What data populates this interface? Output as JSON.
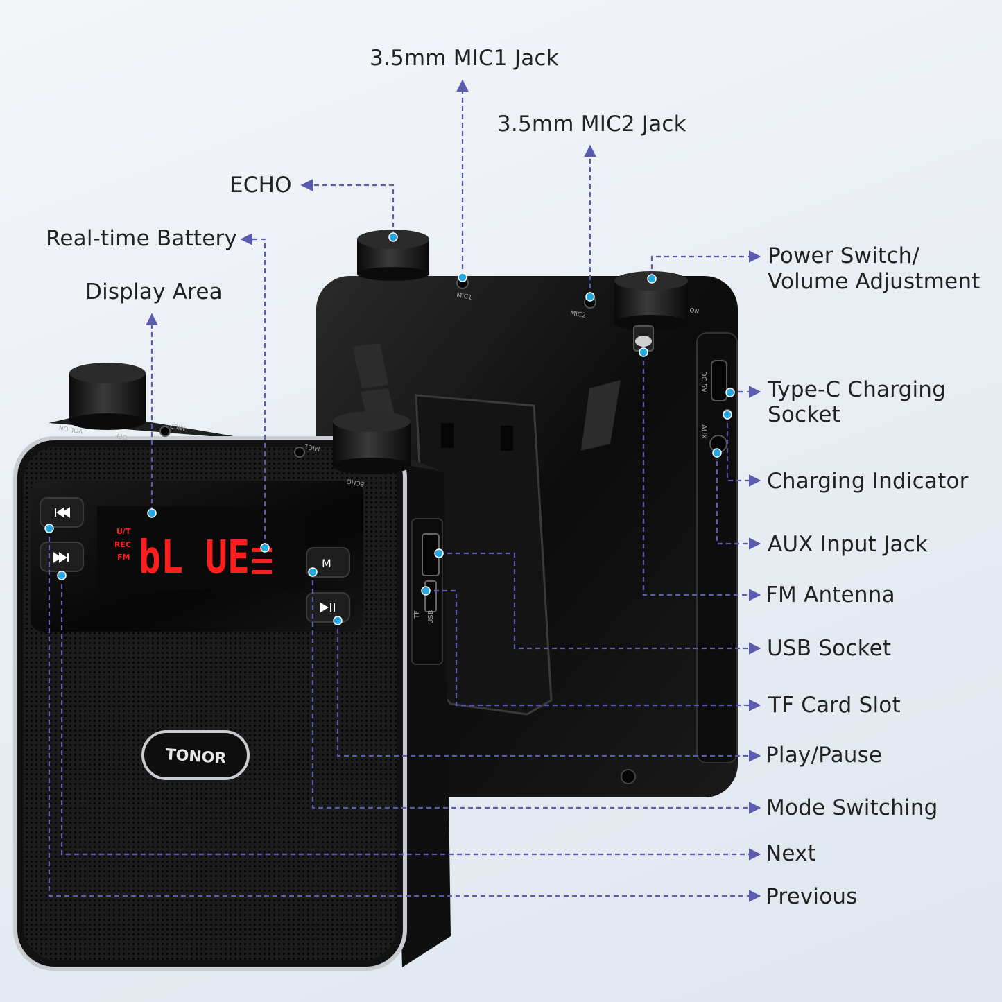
{
  "colors": {
    "background": "#e9eef4",
    "device_body": "#111111",
    "leader_line": "#5b5bb0",
    "leader_dot": "#29a8e0",
    "led_red": "#ff1e1e",
    "label_text": "#222222"
  },
  "callouts": {
    "mic1_jack": "3.5mm MIC1 Jack",
    "mic2_jack": "3.5mm MIC2 Jack",
    "echo": "ECHO",
    "battery": "Real-time Battery",
    "display_area": "Display Area",
    "power_switch_line1": "Power Switch/",
    "power_switch_line2": "Volume Adjustment",
    "type_c_line1": "Type-C Charging",
    "type_c_line2": "Socket",
    "charging_indicator": "Charging Indicator",
    "aux_input": "AUX Input Jack",
    "fm_antenna": "FM Antenna",
    "usb_socket": "USB Socket",
    "tf_card": "TF Card Slot",
    "play_pause": "Play/Pause",
    "mode_switching": "Mode Switching",
    "next": "Next",
    "previous": "Previous"
  },
  "device": {
    "brand": "TONOR",
    "display_text": "bL UE",
    "mode_labels": [
      "U/T",
      "REC",
      "FM"
    ],
    "mode_button_label": "M",
    "front_panel": {
      "mic1": "MIC1",
      "mic2": "MIC2",
      "vol_label": "VOL ON",
      "off_label": "OFF",
      "echo_label": "ECHO"
    },
    "back_panel": {
      "mic1": "MIC1",
      "mic2": "MIC2",
      "on_label": "ON",
      "dc_label": "DC 5V",
      "aux_label": "AUX",
      "tf_label": "TF",
      "usb_label": "USB"
    }
  }
}
